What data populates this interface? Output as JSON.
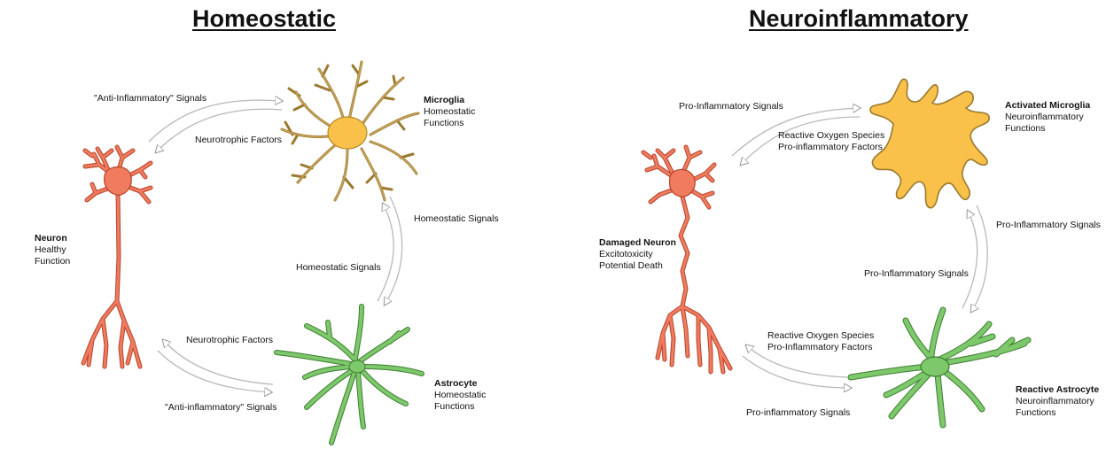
{
  "homeostatic": {
    "title": "Homeostatic",
    "microglia": {
      "name": "Microglia",
      "lines": [
        "Homeostatic",
        "Functions"
      ]
    },
    "neuron": {
      "name": "Neuron",
      "lines": [
        "Healthy",
        "Function"
      ]
    },
    "astrocyte": {
      "name": "Astrocyte",
      "lines": [
        "Homeostatic",
        "Functions"
      ]
    },
    "signals": {
      "top_outer": "\"Anti-Inflammatory\" Signals",
      "top_inner": "Neurotrophic Factors",
      "right_outer": "Homeostatic Signals",
      "right_inner": "Homeostatic Signals",
      "bottom_inner": "Neurotrophic Factors",
      "bottom_outer": "\"Anti-inflammatory\" Signals"
    }
  },
  "neuroinflammatory": {
    "title": "Neuroinflammatory",
    "microglia": {
      "name": "Activated Microglia",
      "lines": [
        "Neuroinflammatory",
        "Functions"
      ]
    },
    "neuron": {
      "name": "Damaged Neuron",
      "lines": [
        "Excitotoxicity",
        "Potential Death"
      ]
    },
    "astrocyte": {
      "name": "Reactive Astrocyte",
      "lines": [
        "Neuroinflammatory",
        "Functions"
      ]
    },
    "signals": {
      "top_outer": "Pro-Inflammatory Signals",
      "top_inner_1": "Reactive Oxygen Species",
      "top_inner_2": "Pro-inflammatory Factors",
      "right_outer": "Pro-Inflammatory Signals",
      "right_inner": "Pro-Inflammatory Signals",
      "bottom_inner_1": "Reactive Oxygen Species",
      "bottom_inner_2": "Pro-Inflammatory Factors",
      "bottom_outer": "Pro-inflammatory Signals"
    }
  },
  "colors": {
    "neuron": "#f07b5e",
    "neuron_stroke": "#b4452c",
    "microglia_body": "#f9c04a",
    "microglia_stroke": "#9a7a30",
    "microglia_branch": "#c8a45a",
    "astrocyte": "#7cc86a",
    "astrocyte_stroke": "#3f7d33",
    "arrow": "#b8b8b8"
  }
}
